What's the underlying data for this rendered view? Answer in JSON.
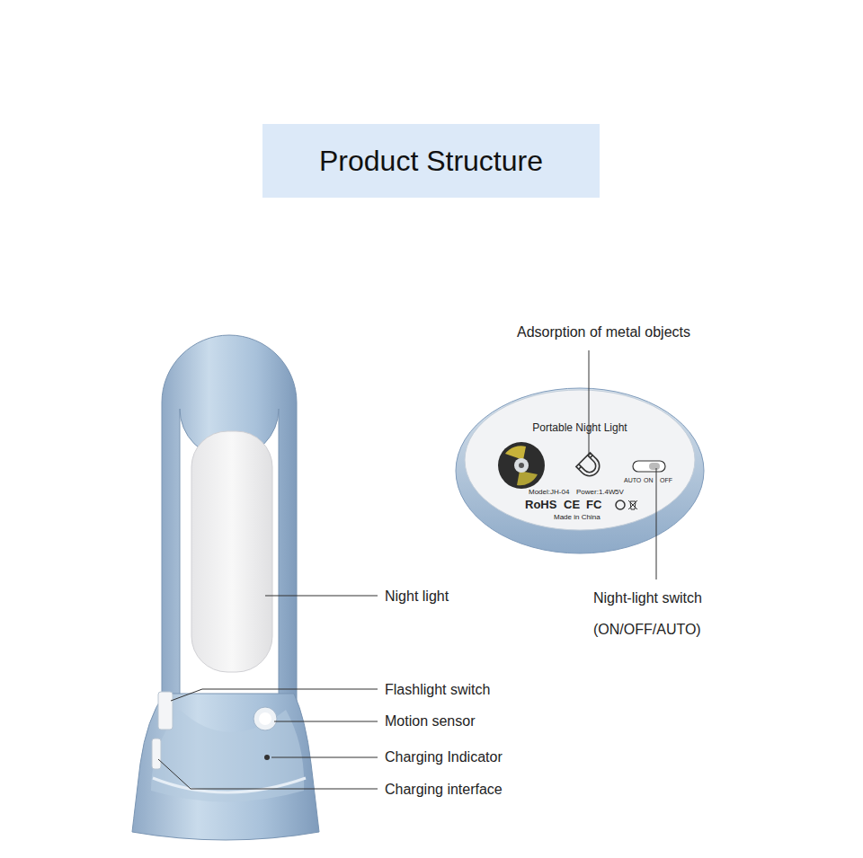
{
  "diagram": {
    "title": "Product Structure",
    "labels": [
      "Adsorption of metal objects",
      "Portable Night Light",
      "AUTO",
      "ON",
      "OFF",
      "Model:JH-04",
      "Power:1.4W",
      "5V",
      "RoHS",
      "CE",
      "FC",
      "Made in China",
      "Night-light switch (ON/OFF/AUTO)",
      "Night light",
      "Flashlight switch",
      "Motion sensor",
      "Charging Indicator",
      "Charging interface"
    ]
  }
}
